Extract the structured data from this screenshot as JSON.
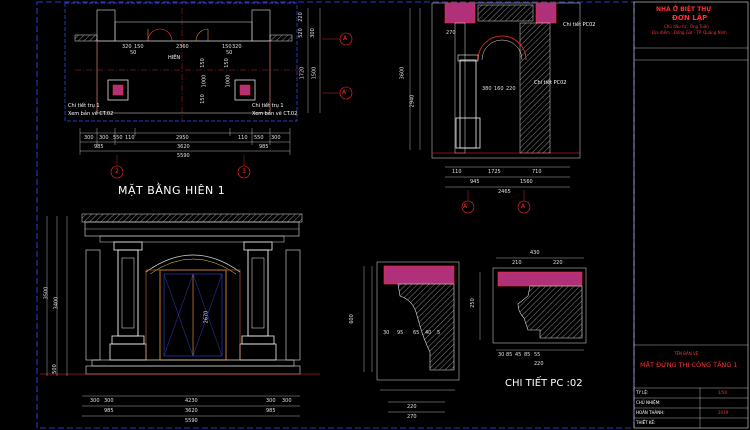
{
  "views": {
    "plan_title": "MẶT BẰNG HIÊN 1",
    "detail_title": "CHI TIẾT PC :02",
    "hien_label": "HIÊN",
    "notes": {
      "left_1": "Chi tiết trụ 1",
      "left_2": "Xem bản vẽ CT.02",
      "right_1": "Chi tiết trụ 1",
      "right_2": "Xem bản vẽ CT.02",
      "section_ref": "Chi tiết PC02",
      "section_ref2": "Chi tiết PC02"
    },
    "axes": {
      "a_top": "A",
      "a_prime_top": "A'",
      "plan_2": "2",
      "plan_3": "3",
      "sec_a_prime": "A'",
      "sec_a": "A"
    }
  },
  "dimensions": {
    "plan_top": [
      "320",
      "150",
      "2360",
      "150",
      "320"
    ],
    "plan_top_sub": [
      "50",
      "50"
    ],
    "plan_bottom_row1": [
      "300",
      "300",
      "550",
      "110",
      "2950",
      "110",
      "550",
      "300"
    ],
    "plan_bottom_row2": [
      "985",
      "3620",
      "985"
    ],
    "plan_total": "5590",
    "plan_inner": [
      "150",
      "1000",
      "150",
      "150",
      "1000"
    ],
    "plan_right": [
      "220",
      "520",
      "1720",
      "300",
      "1500"
    ],
    "section_bottom": [
      "110",
      "1725",
      "710"
    ],
    "section_bottom2": [
      "2465"
    ],
    "section_sub": [
      "945",
      "1560"
    ],
    "section_small": [
      "270",
      "380",
      "160",
      "220"
    ],
    "section_left": [
      "3600",
      "2940"
    ],
    "elev_bottom": [
      "300",
      "300",
      "4230",
      "300",
      "300"
    ],
    "elev_bottom2": [
      "985",
      "3620",
      "985"
    ],
    "elev_total": "5590",
    "elev_left": [
      "3500",
      "3400",
      "500"
    ],
    "elev_center": "2670",
    "pc_width_top": "430",
    "pc_width_sub": [
      "210",
      "220"
    ],
    "pc_bottom": [
      "30",
      "95",
      "65",
      "40",
      "5"
    ],
    "pc_bottom2": [
      "220",
      "270"
    ],
    "pc_right_bottom": [
      "30",
      "85",
      "45",
      "85",
      "55"
    ],
    "pc_right_total": "220",
    "pc_left_height": "600",
    "pc_right_height": "250"
  },
  "title_block": {
    "project_line1": "NHÀ Ở BIỆT THỰ",
    "project_line2": "ĐƠN LẬP",
    "owner": "Chủ đầu tư : Ông Tuấn",
    "location": "Địa điểm : Đồng Giò - TP. Quảng Ninh",
    "drawing_label": "TÊN BẢN VẼ",
    "drawing_name": "MẶT ĐỨNG THI CÔNG TẦNG 1",
    "rows": [
      {
        "label": "TỶ LỆ:",
        "value": "1/50"
      },
      {
        "label": "CHỦ NHIỆM:",
        "value": ""
      },
      {
        "label": "HOÀN THÀNH:",
        "value": "2019"
      },
      {
        "label": "THIẾT KẾ:",
        "value": ""
      }
    ]
  },
  "colors": {
    "background": "#000000",
    "frame_blue": "#3a4cff",
    "dimension": "#e0e0e0",
    "cad_red": "#ff2a2a",
    "cad_yellow": "#e8e23a",
    "hatch_magenta": "#b0307a",
    "wood_orange": "#c87a28",
    "column_white": "#f2f2f2"
  }
}
